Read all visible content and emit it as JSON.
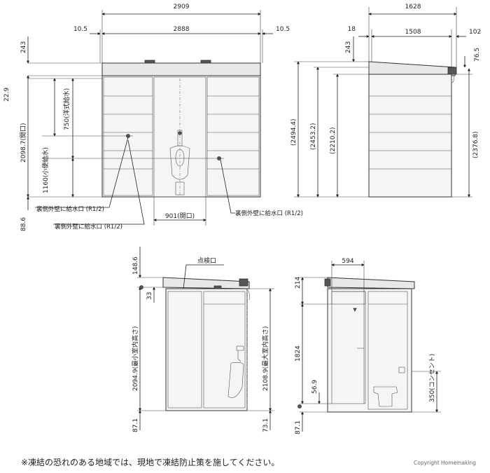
{
  "front": {
    "overall_width": "2909",
    "left_margin": "10.5",
    "inner_width": "2888",
    "right_margin": "10.5",
    "roof_height": "243",
    "offset_top": "22.9",
    "opening_height": "2098.7(開口)",
    "western_supply": "750(洋式給水)",
    "urinal_supply": "1160(小便給水)",
    "bottom": "88.6",
    "door_width": "901(開口)",
    "label_supply_back_1": "裏側外壁に給水口 (R1/2)",
    "label_supply_back_2": "裏側外壁に給水口 (R1/2)",
    "label_supply_back_3": "裏側外壁に給水口 (R1/2)"
  },
  "side": {
    "overall_width": "1628",
    "left_margin": "18",
    "inner_width": "1508",
    "right_margin": "102",
    "roof_height": "243",
    "eave": "76.5",
    "h1": "(2494.4)",
    "h2": "(2453.2)",
    "h3": "(2210.2)",
    "h4": "(2376.8)"
  },
  "section_front": {
    "inspection_port": "点検口",
    "top": "148.6",
    "gap": "33",
    "min_height": "2094.9(最小室内高さ)",
    "max_height": "2108.9(最大室内高さ)",
    "bottom_left": "87.1",
    "bottom_right": "73.1"
  },
  "section_side": {
    "door_width": "594",
    "top": "214",
    "door_height": "1824",
    "outlet": "350(コンセント)",
    "step": "56.9",
    "bottom": "87.1"
  },
  "footer": {
    "note": "※凍結の恐れのある地域では、現地で凍結防止策を施してください。",
    "copyright": "Copyright Homemaking"
  }
}
